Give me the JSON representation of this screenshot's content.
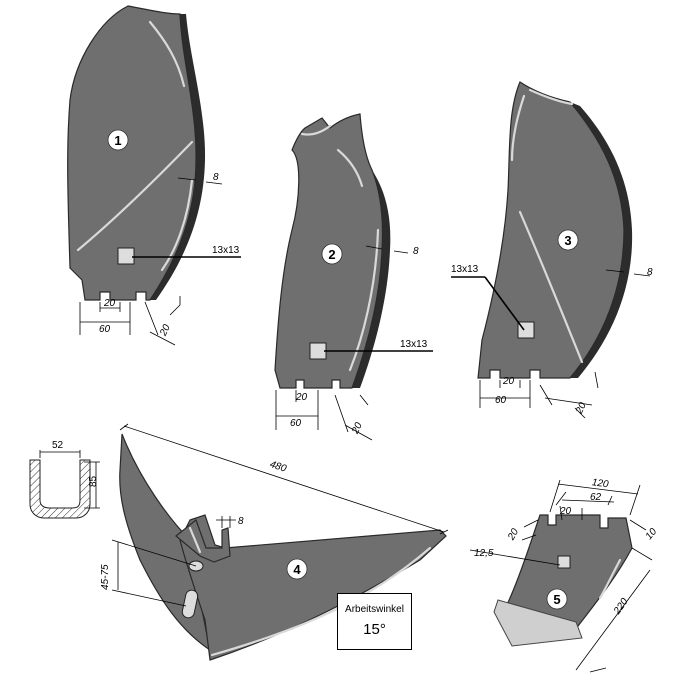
{
  "parts": [
    {
      "label": "1",
      "thickness": "8",
      "hole": "13x13",
      "slot_width": "20",
      "slot_spacing": "60",
      "edge_offset": "20"
    },
    {
      "label": "2",
      "thickness": "8",
      "hole": "13x13",
      "slot_width": "20",
      "slot_spacing": "60",
      "edge_offset": "20"
    },
    {
      "label": "3",
      "thickness": "8",
      "hole": "13x13",
      "slot_width": "20",
      "slot_spacing": "60",
      "edge_offset": "20"
    },
    {
      "label": "4",
      "length": "480",
      "thickness": "8",
      "hole_distance": "45-75",
      "profile_width": "52",
      "profile_height": "85"
    },
    {
      "label": "5",
      "width": "120",
      "slot_spacing": "62",
      "slot_width": "20",
      "side_offset": "20",
      "thickness": "10",
      "hole": "12,5",
      "length": "220"
    }
  ],
  "working_angle": {
    "label": "Arbeitswinkel",
    "value": "15°"
  }
}
